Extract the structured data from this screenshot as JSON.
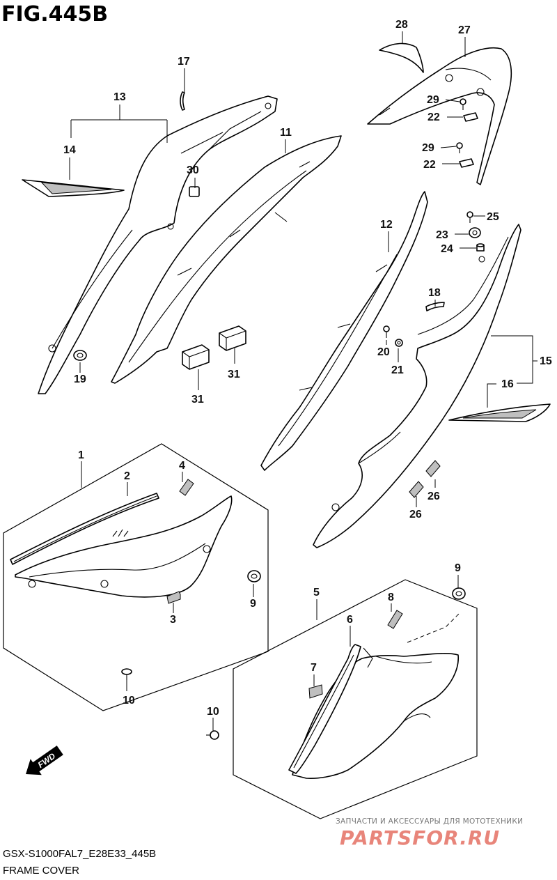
{
  "figure": {
    "title": "FIG.445B",
    "code": "GSX-S1000FAL7_E28E33_445B",
    "name": "FRAME COVER"
  },
  "parts": [
    {
      "id": "p1",
      "label": "1"
    },
    {
      "id": "p2",
      "label": "2"
    },
    {
      "id": "p3",
      "label": "3"
    },
    {
      "id": "p4",
      "label": "4"
    },
    {
      "id": "p5",
      "label": "5"
    },
    {
      "id": "p6",
      "label": "6"
    },
    {
      "id": "p7",
      "label": "7"
    },
    {
      "id": "p8",
      "label": "8"
    },
    {
      "id": "p9a",
      "label": "9"
    },
    {
      "id": "p9b",
      "label": "9"
    },
    {
      "id": "p10a",
      "label": "10"
    },
    {
      "id": "p10b",
      "label": "10"
    },
    {
      "id": "p11",
      "label": "11"
    },
    {
      "id": "p12",
      "label": "12"
    },
    {
      "id": "p13",
      "label": "13"
    },
    {
      "id": "p14",
      "label": "14"
    },
    {
      "id": "p15",
      "label": "15"
    },
    {
      "id": "p16",
      "label": "16"
    },
    {
      "id": "p17",
      "label": "17"
    },
    {
      "id": "p18",
      "label": "18"
    },
    {
      "id": "p19",
      "label": "19"
    },
    {
      "id": "p20",
      "label": "20"
    },
    {
      "id": "p21",
      "label": "21"
    },
    {
      "id": "p22a",
      "label": "22"
    },
    {
      "id": "p22b",
      "label": "22"
    },
    {
      "id": "p23",
      "label": "23"
    },
    {
      "id": "p24",
      "label": "24"
    },
    {
      "id": "p25",
      "label": "25"
    },
    {
      "id": "p26a",
      "label": "26"
    },
    {
      "id": "p26b",
      "label": "26"
    },
    {
      "id": "p27",
      "label": "27"
    },
    {
      "id": "p28",
      "label": "28"
    },
    {
      "id": "p29a",
      "label": "29"
    },
    {
      "id": "p29b",
      "label": "29"
    },
    {
      "id": "p30",
      "label": "30"
    },
    {
      "id": "p31a",
      "label": "31"
    },
    {
      "id": "p31b",
      "label": "31"
    }
  ],
  "direction_indicator": {
    "label": "FWD",
    "icon": "forward-arrow-icon"
  },
  "watermark": {
    "tagline": "ЗАПЧАСТИ И АКСЕССУАРЫ ДЛЯ МОТОТЕХНИКИ",
    "brand": "PARTSFOR.RU",
    "color": "#e8857a"
  }
}
